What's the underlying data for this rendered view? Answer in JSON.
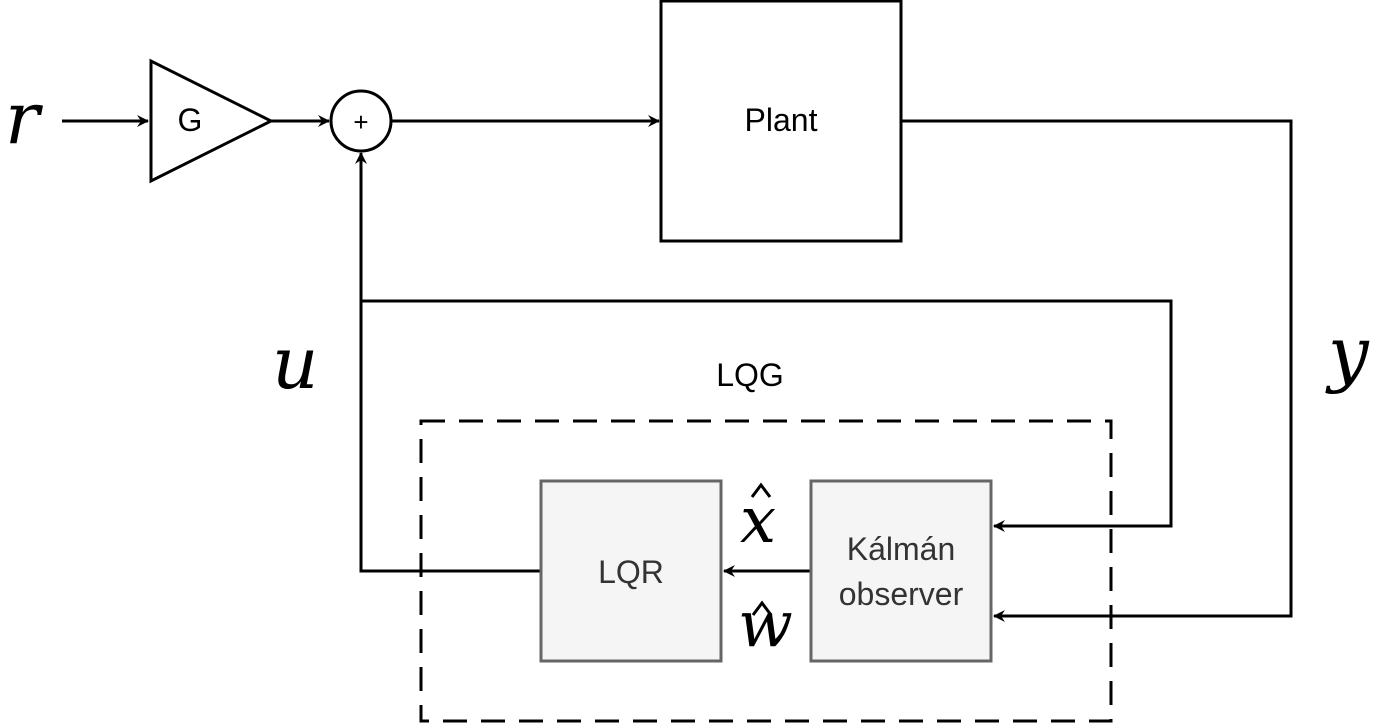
{
  "diagram": {
    "signals": {
      "reference": "r",
      "control": "u",
      "output": "y",
      "state_estimate": "x",
      "disturbance_estimate": "w"
    },
    "blocks": {
      "gain": "G",
      "sum": "+",
      "plant": "Plant",
      "lqr": "LQR",
      "observer_line1": "Kálmán",
      "observer_line2": "observer",
      "group_label": "LQG"
    },
    "colors": {
      "stroke": "#000000",
      "gray_block_fill": "#f5f5f5",
      "gray_block_stroke": "#666666",
      "gray_text": "#333333"
    }
  }
}
